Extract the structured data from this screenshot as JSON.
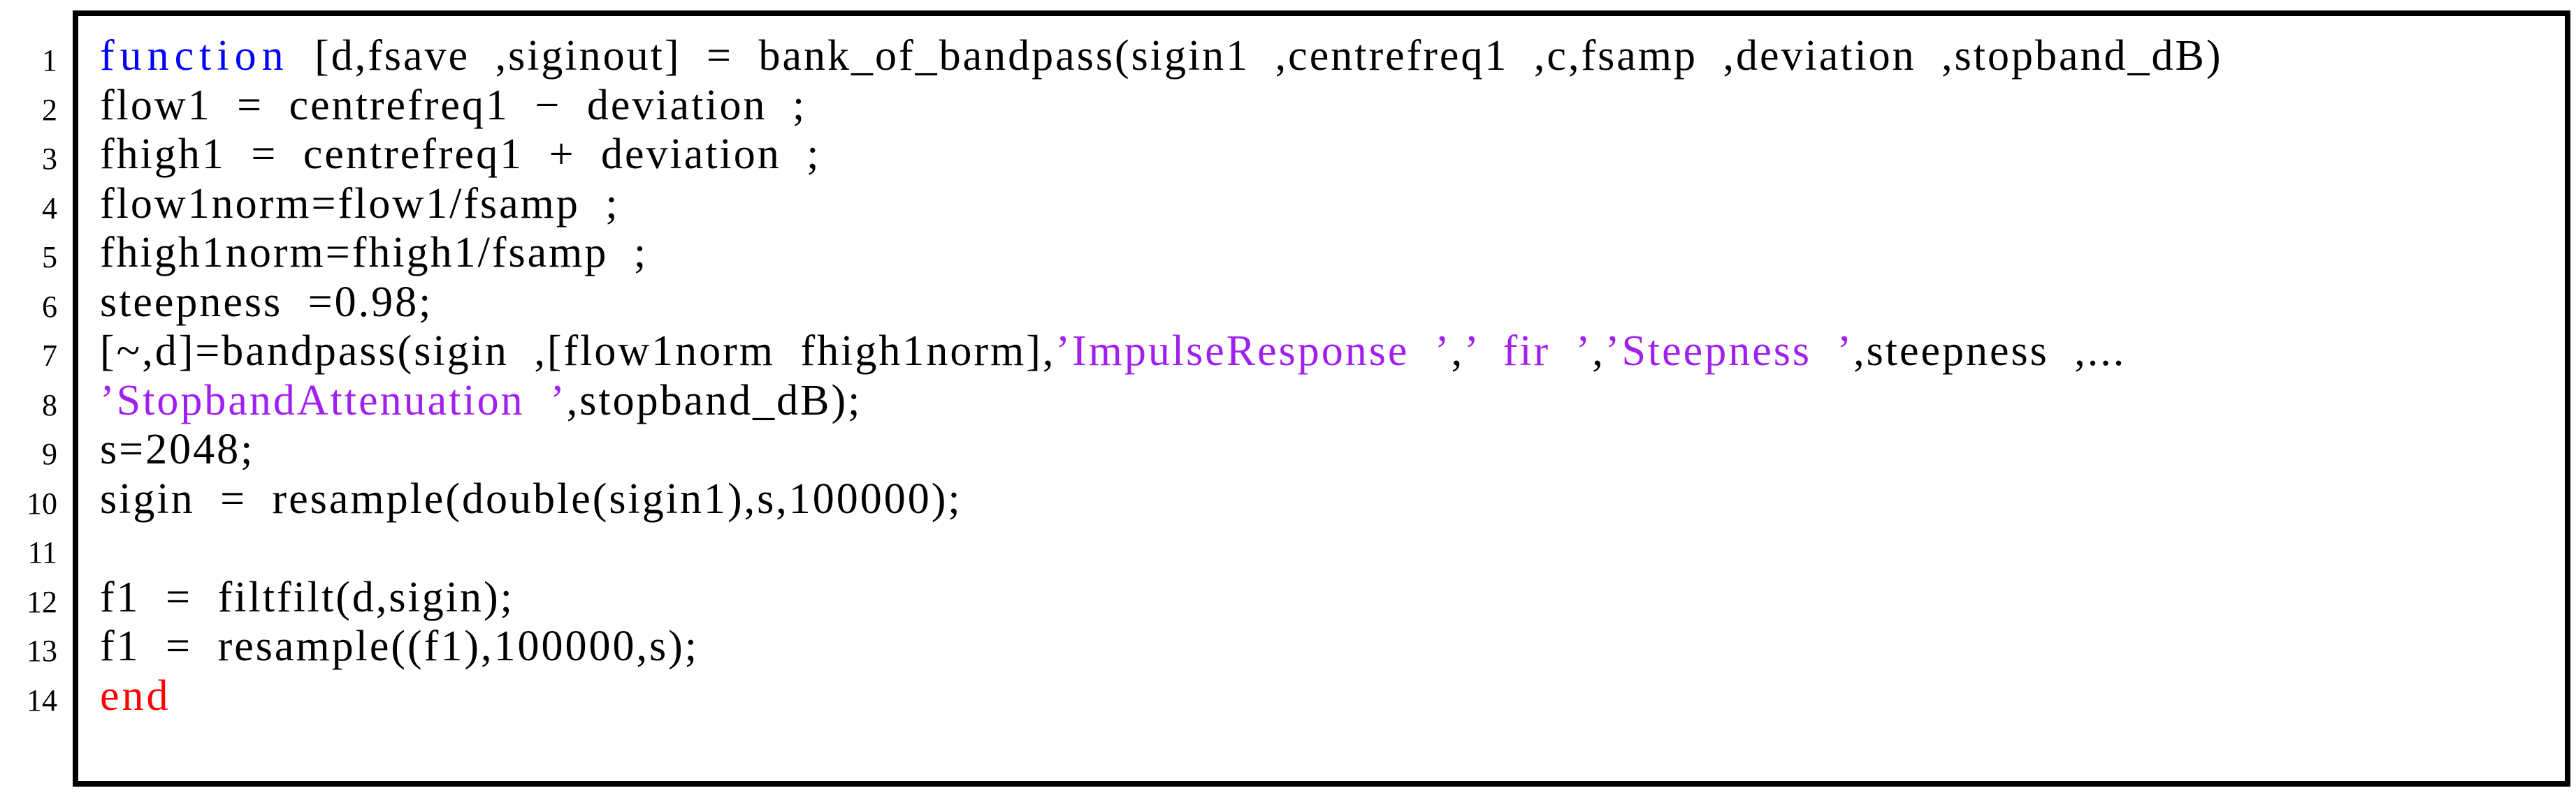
{
  "listing": {
    "background": "#ffffff",
    "border_color": "#000000",
    "colors": {
      "plain": "#000000",
      "keyword": "#0000ff",
      "string": "#a020f0",
      "endkw": "#ff0000",
      "line_number": "#000000"
    },
    "lines": [
      {
        "n": "1",
        "segments": [
          {
            "t": "function",
            "c": "keyword"
          },
          {
            "t": " [d,fsave ,siginout] = bank_of_bandpass(sigin1 ,centrefreq1 ,c,fsamp ,deviation ,stopband_dB)",
            "c": "plain"
          }
        ]
      },
      {
        "n": "2",
        "segments": [
          {
            "t": "flow1 = centrefreq1 − deviation ;",
            "c": "plain"
          }
        ]
      },
      {
        "n": "3",
        "segments": [
          {
            "t": "fhigh1 = centrefreq1 + deviation ;",
            "c": "plain"
          }
        ]
      },
      {
        "n": "4",
        "segments": [
          {
            "t": "flow1norm=flow1/fsamp ;",
            "c": "plain"
          }
        ]
      },
      {
        "n": "5",
        "segments": [
          {
            "t": "fhigh1norm=fhigh1/fsamp ;",
            "c": "plain"
          }
        ]
      },
      {
        "n": "6",
        "segments": [
          {
            "t": "steepness =0.98;",
            "c": "plain"
          }
        ]
      },
      {
        "n": "7",
        "segments": [
          {
            "t": "[~,d]=bandpass(sigin ,[flow1norm fhigh1norm],",
            "c": "plain"
          },
          {
            "t": "’ImpulseResponse ’",
            "c": "string"
          },
          {
            "t": ",",
            "c": "plain"
          },
          {
            "t": "’ fir ’",
            "c": "string"
          },
          {
            "t": ",",
            "c": "plain"
          },
          {
            "t": "’Steepness ’",
            "c": "string"
          },
          {
            "t": ",steepness ,...",
            "c": "plain"
          }
        ]
      },
      {
        "n": "8",
        "segments": [
          {
            "t": "’StopbandAttenuation ’",
            "c": "string"
          },
          {
            "t": ",stopband_dB);",
            "c": "plain"
          }
        ]
      },
      {
        "n": "9",
        "segments": [
          {
            "t": "s=2048;",
            "c": "plain"
          }
        ]
      },
      {
        "n": "10",
        "segments": [
          {
            "t": "sigin = resample(double(sigin1),s,100000);",
            "c": "plain"
          }
        ]
      },
      {
        "n": "11",
        "segments": []
      },
      {
        "n": "12",
        "segments": [
          {
            "t": "f1 = filtfilt(d,sigin);",
            "c": "plain"
          }
        ]
      },
      {
        "n": "13",
        "segments": [
          {
            "t": "f1 = resample((f1),100000,s);",
            "c": "plain"
          }
        ]
      },
      {
        "n": "14",
        "segments": [
          {
            "t": "end",
            "c": "endkw"
          }
        ]
      }
    ]
  }
}
